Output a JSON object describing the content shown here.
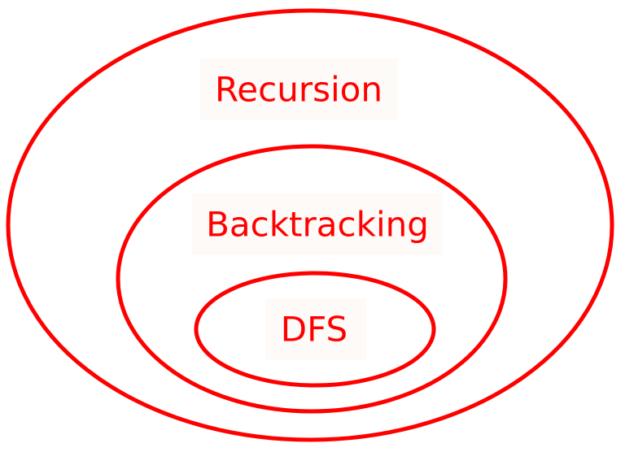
{
  "colors": {
    "stroke": "#ff0000",
    "text": "#ff0000",
    "background": "#ffffff"
  },
  "diagram": {
    "type": "nested-ellipses",
    "sets": [
      {
        "label": "Recursion",
        "level": "outer"
      },
      {
        "label": "Backtracking",
        "level": "middle"
      },
      {
        "label": "DFS",
        "level": "inner"
      }
    ]
  }
}
